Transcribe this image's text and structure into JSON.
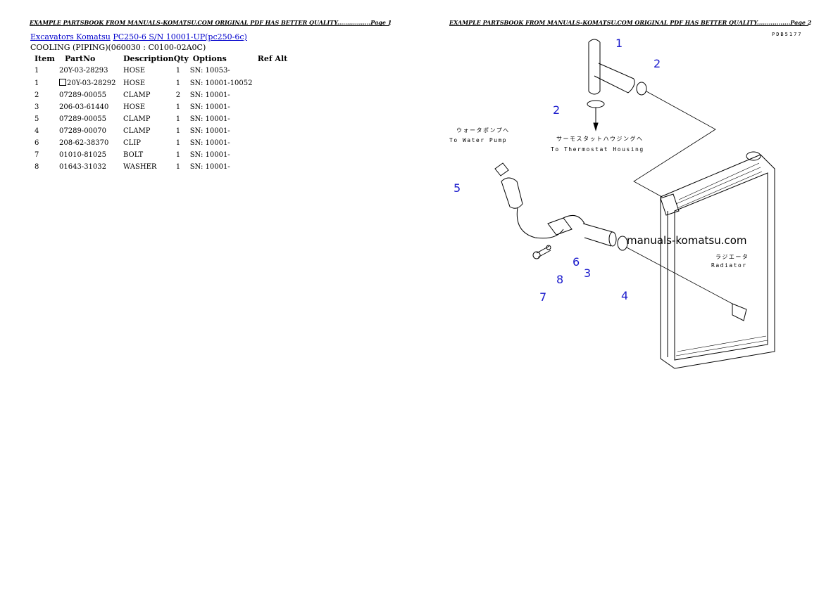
{
  "header": {
    "left": "EXAMPLE PARTSBOOK FROM MANUALS-KOMATSU.COM ORIGINAL PDF HAS BETTER QUALITY.................Page 1",
    "right": "EXAMPLE PARTSBOOK FROM MANUALS-KOMATSU.COM ORIGINAL PDF HAS BETTER QUALITY.................Page 2"
  },
  "breadcrumb": {
    "link1": "Excavators Komatsu",
    "link2": "PC250-6 S/N 10001-UP(pc250-6c)"
  },
  "section_title": "COOLING (PIPING)(060030 : C0100-02A0C)",
  "table": {
    "headers": {
      "item": "Item",
      "partno": "PartNo",
      "description": "Description",
      "qty": "Qty",
      "options": "Options",
      "refalt": "Ref Alt"
    },
    "rows": [
      {
        "item": "1",
        "partno": "20Y-03-28293",
        "description": "HOSE",
        "qty": "1",
        "options": "SN: 10053-"
      },
      {
        "item": "1",
        "partno": "20Y-03-28292",
        "description": "HOSE",
        "qty": "1",
        "options": "SN: 10001-10052"
      },
      {
        "item": "2",
        "partno": "07289-00055",
        "description": "CLAMP",
        "qty": "2",
        "options": "SN: 10001-"
      },
      {
        "item": "3",
        "partno": "206-03-61440",
        "description": "HOSE",
        "qty": "1",
        "options": "SN: 10001-"
      },
      {
        "item": "5",
        "partno": "07289-00055",
        "description": "CLAMP",
        "qty": "1",
        "options": "SN: 10001-"
      },
      {
        "item": "4",
        "partno": "07289-00070",
        "description": "CLAMP",
        "qty": "1",
        "options": "SN: 10001-"
      },
      {
        "item": "6",
        "partno": "208-62-38370",
        "description": "CLIP",
        "qty": "1",
        "options": "SN: 10001-"
      },
      {
        "item": "7",
        "partno": "01010-81025",
        "description": "BOLT",
        "qty": "1",
        "options": "SN: 10001-"
      },
      {
        "item": "8",
        "partno": "01643-31032",
        "description": "WASHER",
        "qty": "1",
        "options": "SN: 10001-"
      }
    ]
  },
  "diagram": {
    "code": "PDB5177",
    "watermark": "manuals-komatsu.com",
    "labels": {
      "water_pump_jp": "ウォータポンプへ",
      "water_pump_en": "To Water Pump",
      "thermostat_jp": "サーモスタットハウジングへ",
      "thermostat_en": "To Thermostat Housing",
      "radiator_jp": "ラジエータ",
      "radiator_en": "Radiator"
    },
    "callouts": {
      "c1": "1",
      "c2a": "2",
      "c2b": "2",
      "c3": "3",
      "c4": "4",
      "c5": "5",
      "c6": "6",
      "c7": "7",
      "c8": "8"
    },
    "callout_color": "#1a1acc"
  }
}
